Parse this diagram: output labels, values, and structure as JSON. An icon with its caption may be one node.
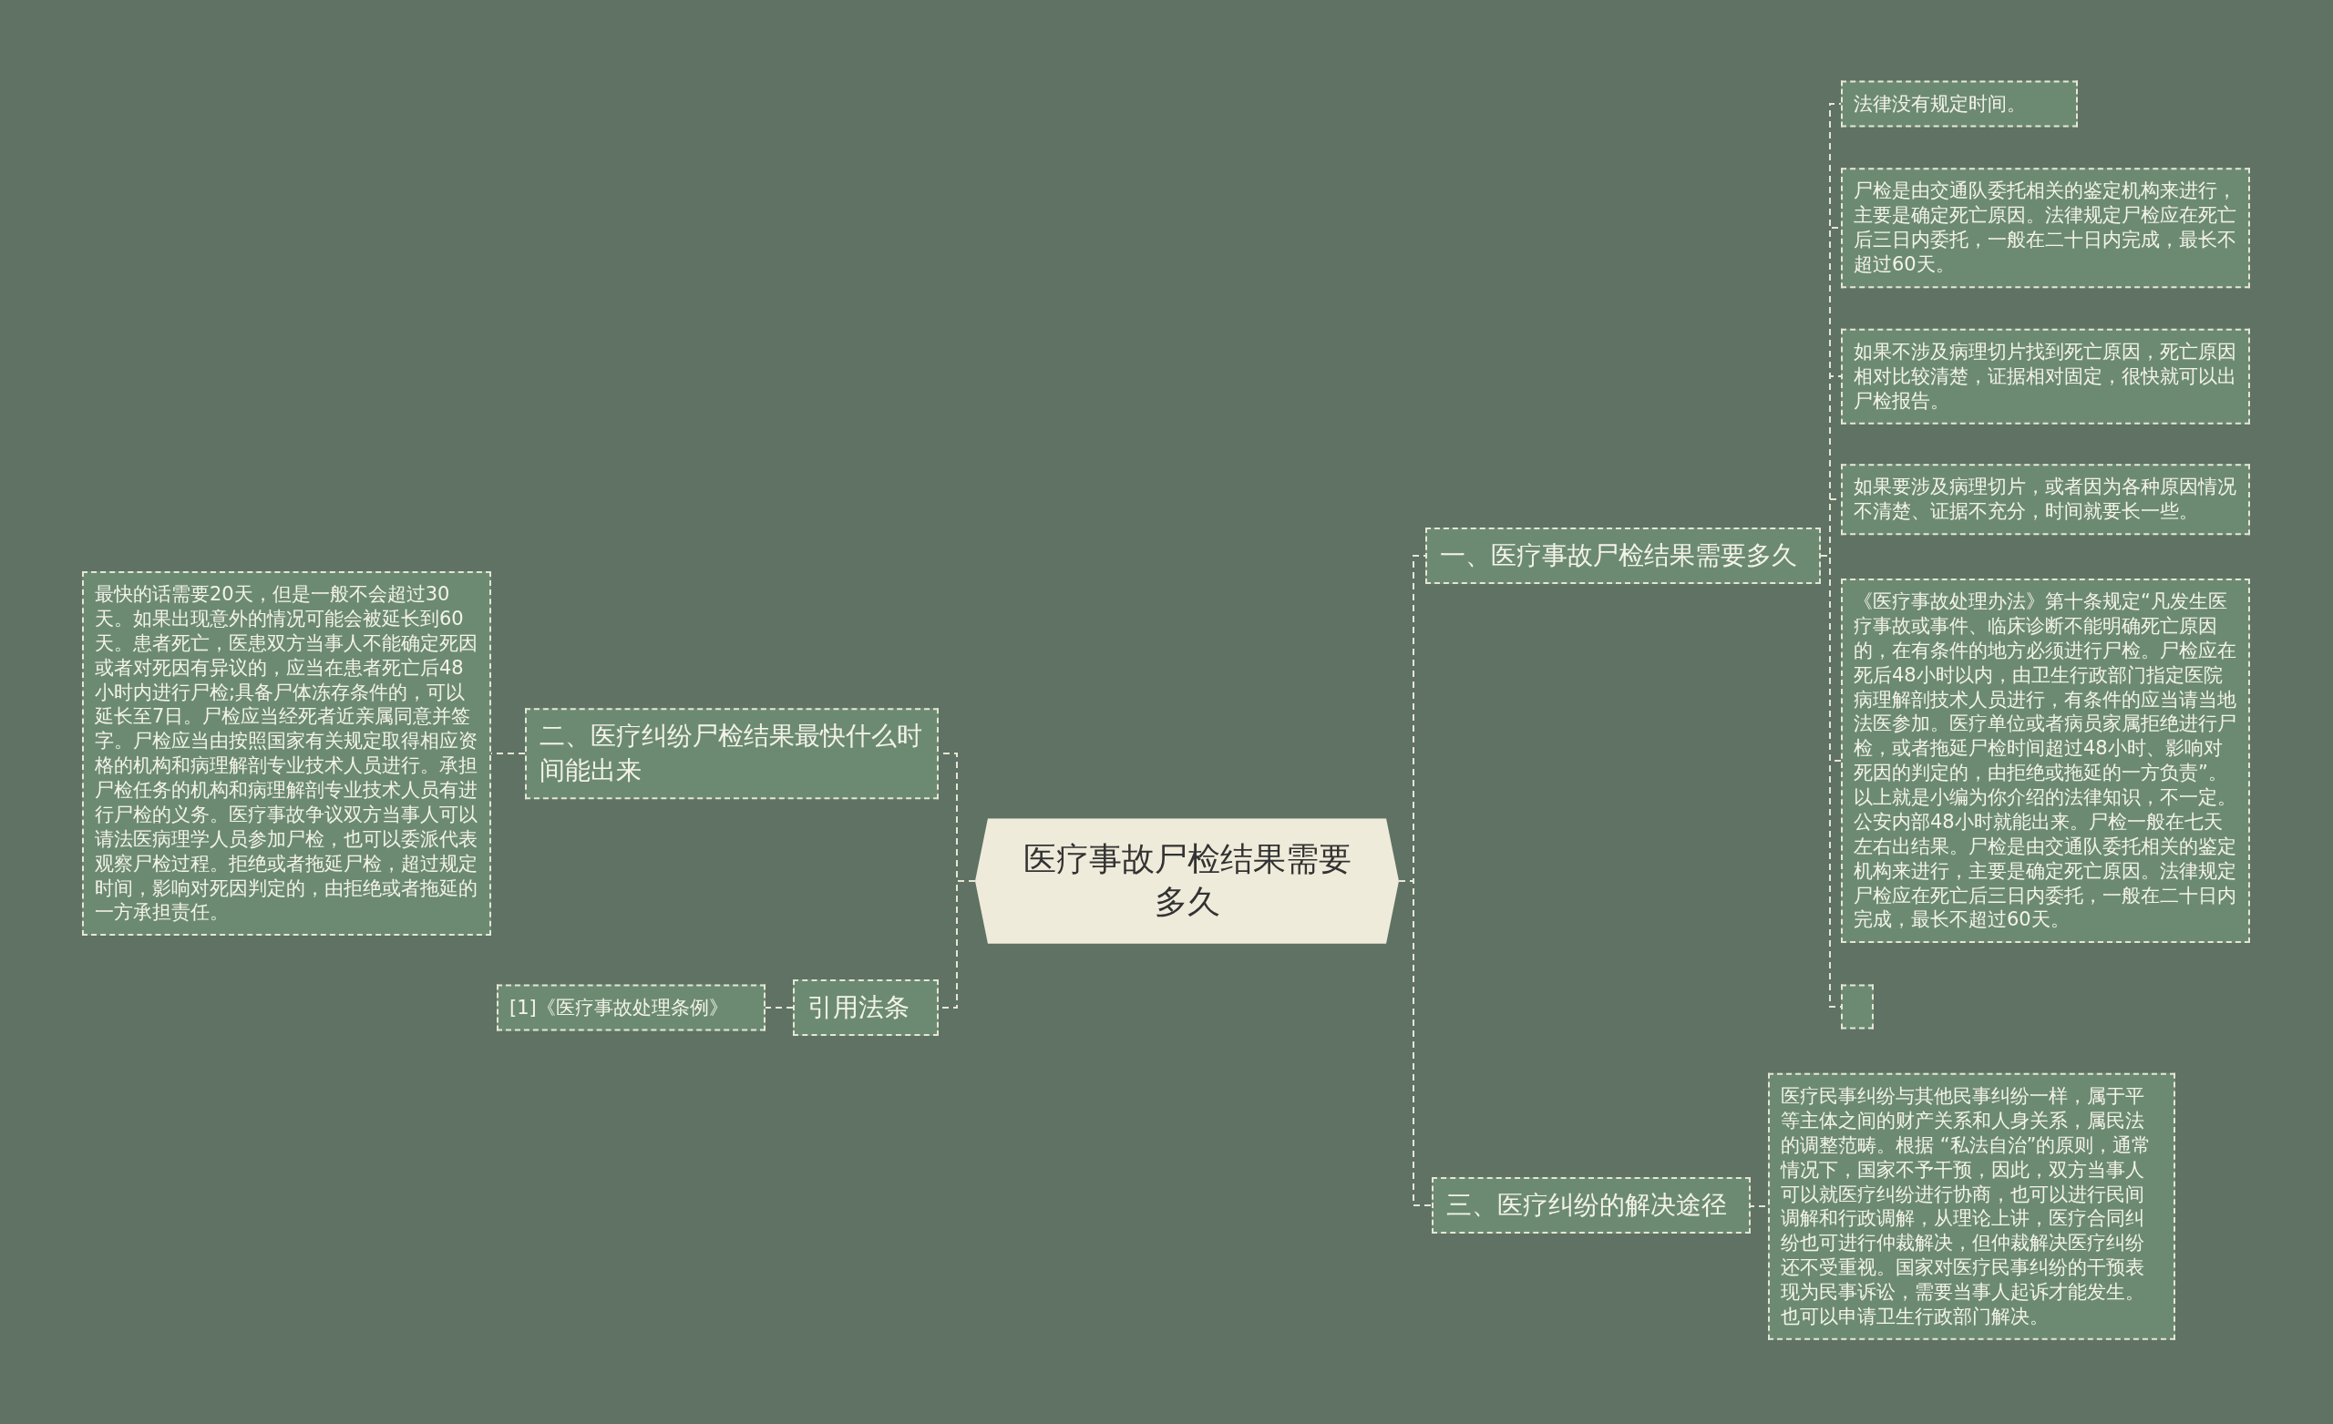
{
  "diagram": {
    "nodes": [
      {
        "text": [
          "医疗事故尸检结果需要多久"
        ]
      },
      {
        "text": [
          "一、医疗事故尸检结果需要多久"
        ]
      },
      {
        "text": [
          "法律没有规定时间。"
        ]
      },
      {
        "text": [
          "尸检是由交通队委托相关的鉴定机构来进行，主要是确定死亡原因。法律规定尸检应在死亡后三日内委托，一般在二十日内完成，最长不超过60天。"
        ]
      },
      {
        "text": [
          "如果不涉及病理切片找到死亡原因，死亡原因相对比较清楚，证据相对固定，很快就可以出尸检报告。"
        ]
      },
      {
        "text": [
          "如果要涉及病理切片，或者因为各种原因情况不清楚、证据不充分，时间就要长一些。"
        ]
      },
      {
        "text": [
          "《医疗事故处理办法》第十条规定“凡发生医疗事故或事件、临床诊断不能明确死亡原因的，在有条件的地方必须进行尸检。尸检应在死后48小时以内，由卫生行政部门指定医院病理解剖技术人员进行，有条件的应当请当地法医参加。医疗单位或者病员家属拒绝进行尸检，或者拖延尸检时间超过48小时、影响对死因的判定的，由拒绝或拖延的一方负责”。以上就是小编为你介绍的法律知识，不一定。公安内部48小时就能出来。尸检一般在七天左右出结果。尸检是由交通队委托相关的鉴定机构来进行，主要是确定死亡原因。法律规定尸检应在死亡后三日内委托，一般在二十日内完成，最长不超过60天。"
        ]
      },
      {
        "text": [],
        "shape": "box"
      },
      {
        "text": [
          "三、医疗纠纷的解决途径"
        ]
      },
      {
        "text": [
          "医疗民事纠纷与其他民事纠纷一样，属于平等主体之间的财产关系和人身关系，属民法的调整范畴。根据 “私法自治”的原则，通常情况下，国家不予干预，因此，双方当事人可以就医疗纠纷进行协商，也可以进行民间调解和行政调解，从理论上讲，医疗合同纠纷也可进行仲裁解决，但仲裁解决医疗纠纷还不受重视。国家对医疗民事纠纷的干预表现为民事诉讼，需要当事人起诉才能发生。也可以申请卫生行政部门解决。"
        ]
      },
      {
        "text": [
          "二、医疗纠纷尸检结果最快什么时间能出来"
        ]
      },
      {
        "text": [
          "最快的话需要20天，但是一般不会超过30天。如果出现意外的情况可能会被延长到60天。患者死亡，医患双方当事人不能确定死因或者对死因有异议的，应当在患者死亡后48小时内进行尸检;具备尸体冻存条件的，可以延长至7日。尸检应当经死者近亲属同意并签字。尸检应当由按照国家有关规定取得相应资格的机构和病理解剖专业技术人员进行。承担尸检任务的机构和病理解剖专业技术人员有进行尸检的义务。医疗事故争议双方当事人可以请法医病理学人员参加尸检，也可以委派代表观察尸检过程。拒绝或者拖延尸检，超过规定时间，影响对死因判定的，由拒绝或者拖延的一方承担责任。"
        ]
      },
      {
        "text": [
          "引用法条"
        ]
      },
      {
        "text": [
          "[1]《医疗事故处理条例》"
        ]
      }
    ],
    "edges": [
      {
        "from": 0,
        "to": 1,
        "arrow": "none"
      },
      {
        "from": 1,
        "to": 2,
        "arrow": "none"
      },
      {
        "from": 1,
        "to": 3,
        "arrow": "none"
      },
      {
        "from": 1,
        "to": 4,
        "arrow": "none"
      },
      {
        "from": 1,
        "to": 5,
        "arrow": "none"
      },
      {
        "from": 1,
        "to": 6,
        "arrow": "none"
      },
      {
        "from": 1,
        "to": 7,
        "arrow": "none"
      },
      {
        "from": 0,
        "to": 8,
        "arrow": "none"
      },
      {
        "from": 8,
        "to": 9,
        "arrow": "none"
      },
      {
        "from": 0,
        "to": 10,
        "arrow": "none"
      },
      {
        "from": 10,
        "to": 11,
        "arrow": "none"
      },
      {
        "from": 0,
        "to": 12,
        "arrow": "none"
      },
      {
        "from": 12,
        "to": 13,
        "arrow": "none"
      }
    ]
  }
}
